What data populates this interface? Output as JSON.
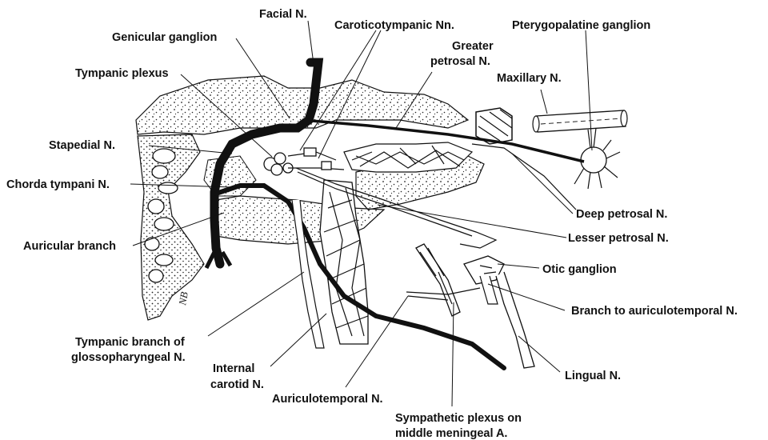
{
  "labels": {
    "facial": "Facial N.",
    "genicular": "Genicular ganglion",
    "caroticotympanic": "Caroticotympanic Nn.",
    "greater_petrosal_1": "Greater",
    "greater_petrosal_2": "petrosal N.",
    "pterygopalatine": "Pterygopalatine ganglion",
    "tympanic_plexus": "Tympanic plexus",
    "maxillary": "Maxillary N.",
    "stapedial": "Stapedial N.",
    "chorda_tympani": "Chorda tympani N.",
    "deep_petrosal": "Deep petrosal N.",
    "auricular_branch": "Auricular branch",
    "lesser_petrosal": "Lesser petrosal N.",
    "otic_ganglion": "Otic ganglion",
    "branch_auriculotemporal": "Branch to auriculotemporal N.",
    "tympanic_glosso_1": "Tympanic branch of",
    "tympanic_glosso_2": "glossopharyngeal N.",
    "internal_carotid_1": "Internal",
    "internal_carotid_2": "carotid N.",
    "lingual": "Lingual N.",
    "auriculotemporal": "Auriculotemporal N.",
    "sympathetic_1": "Sympathetic plexus on",
    "sympathetic_2": "middle meningeal A."
  },
  "signature": "NB"
}
